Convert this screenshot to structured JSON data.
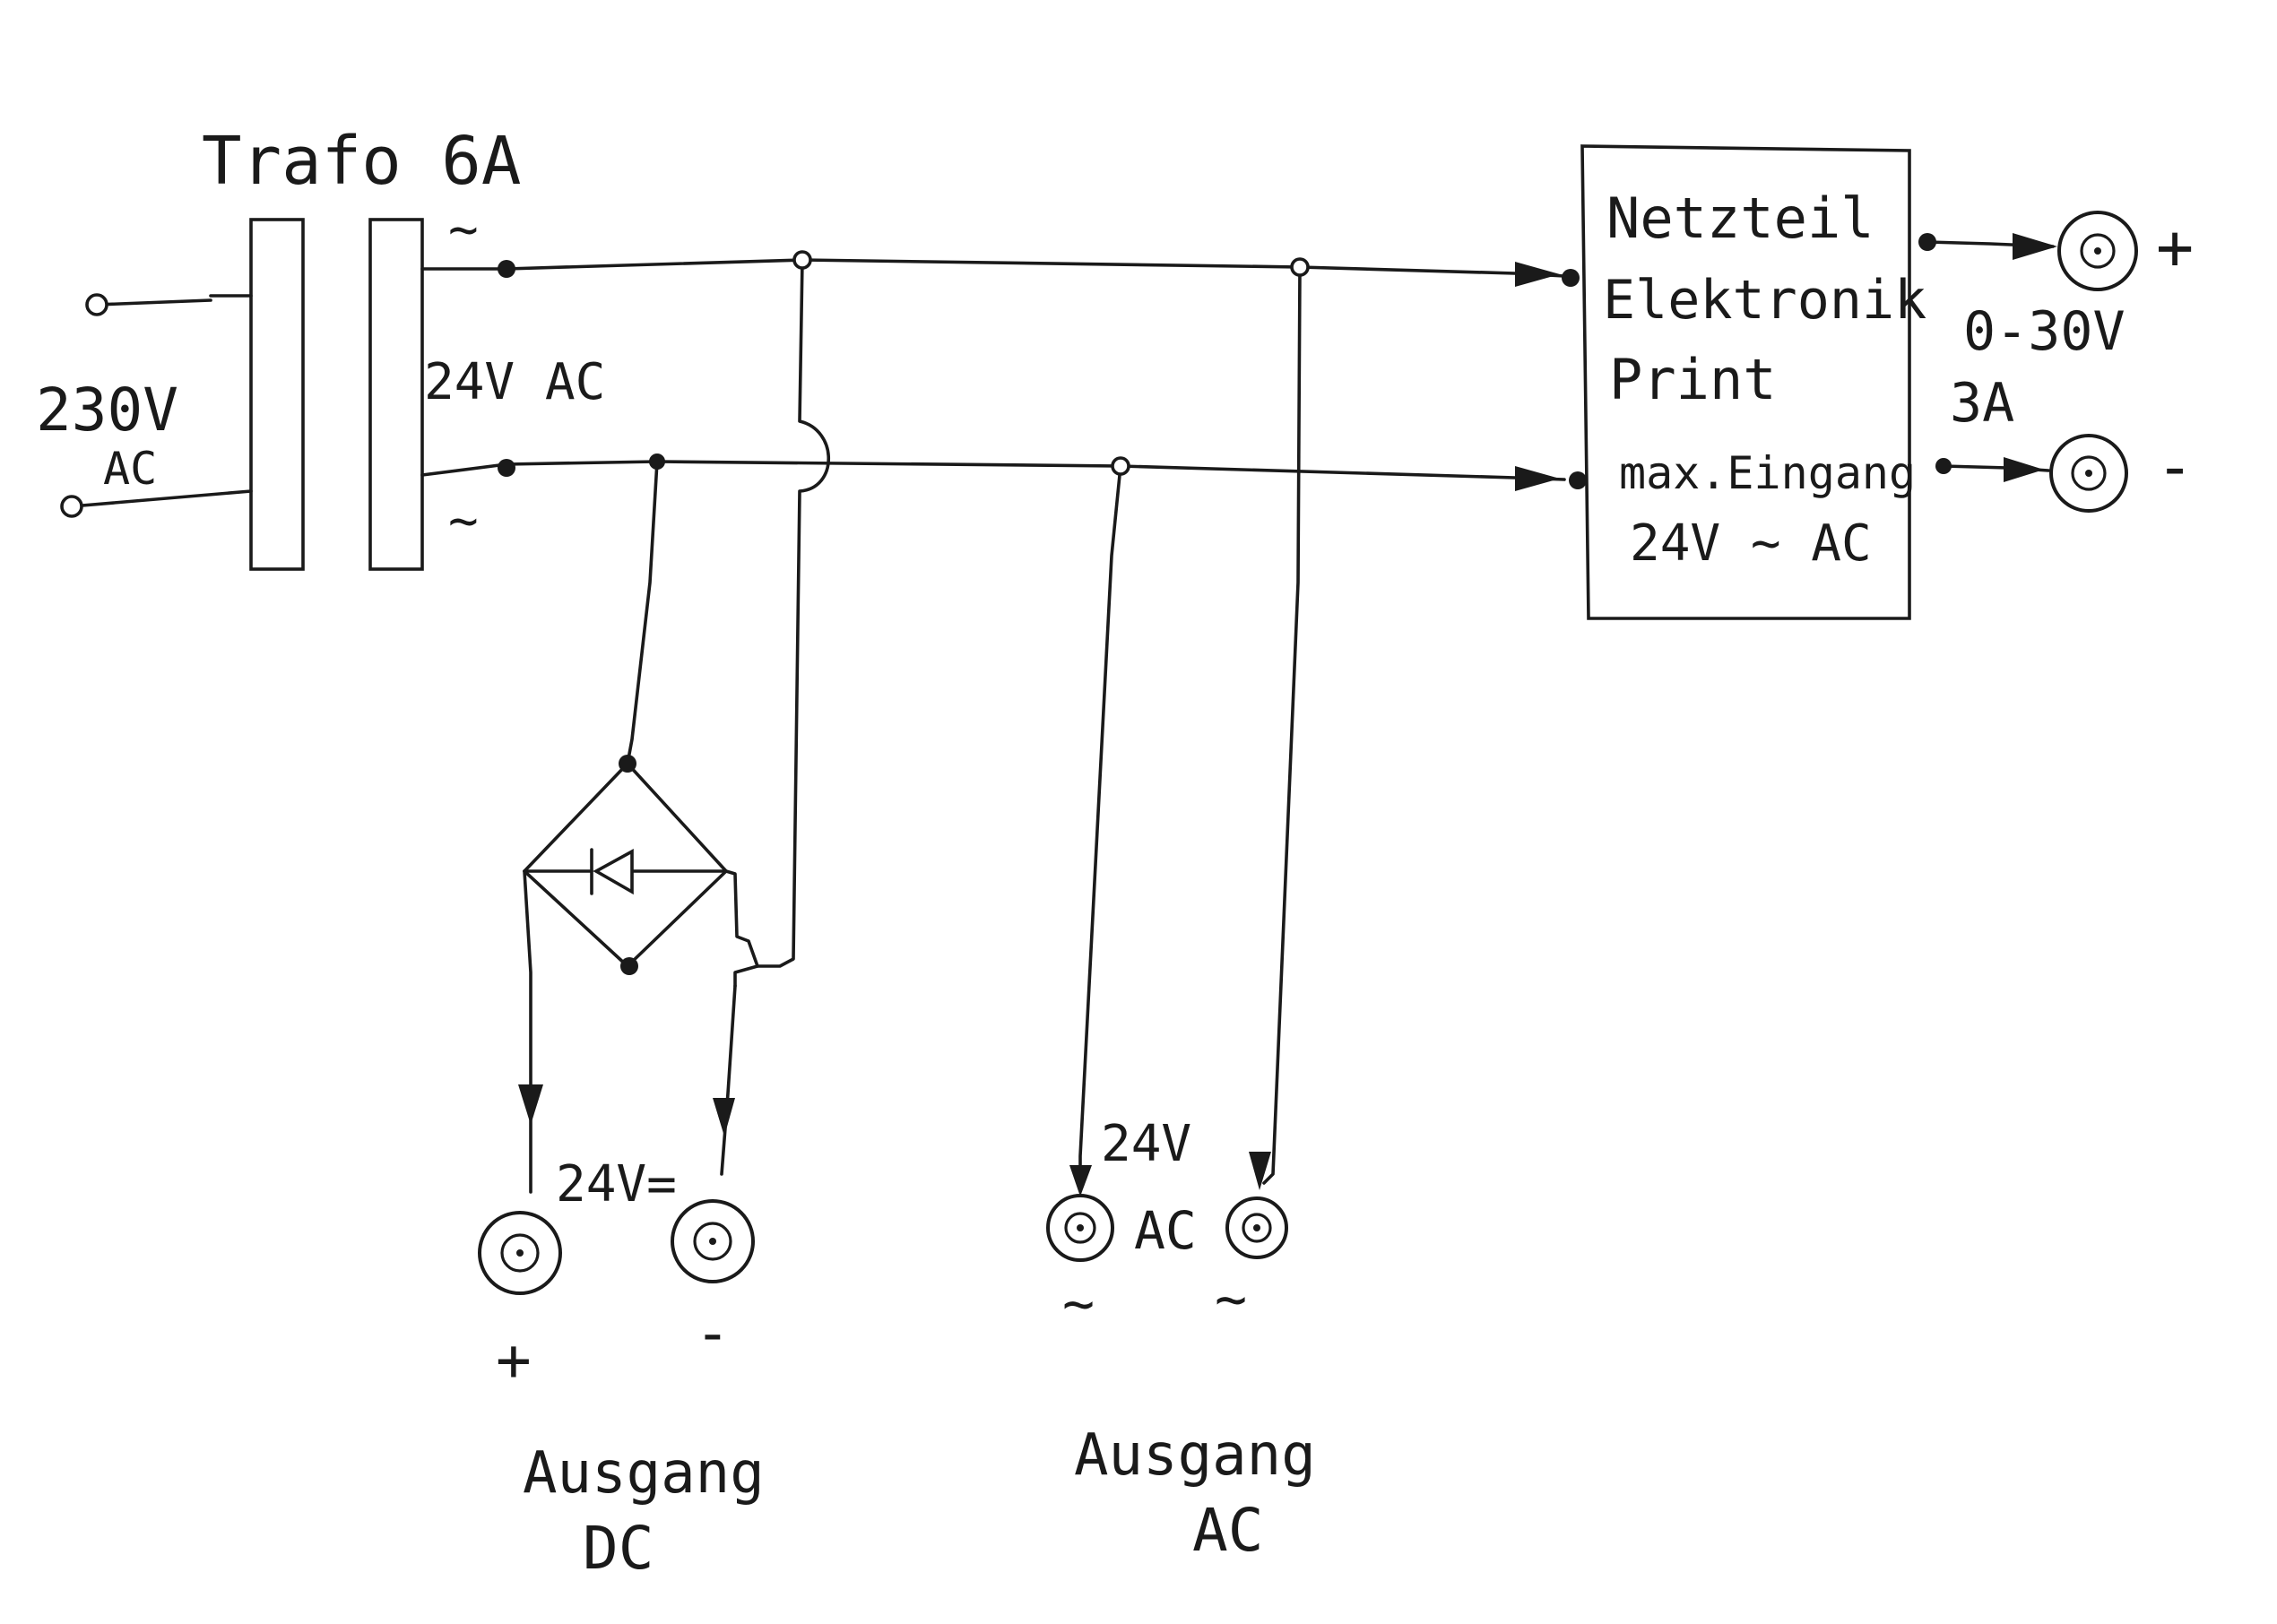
{
  "transformer": {
    "title": "Trafo 6A",
    "primary_voltage": "230V",
    "primary_type": "AC",
    "secondary_label": "24V AC",
    "tilde_top": "~",
    "tilde_bottom": "~"
  },
  "module": {
    "line1": "Netzteil",
    "line2": "Elektronik",
    "line3": "Print",
    "line4": "max.Eingang",
    "line5": "24V ~ AC"
  },
  "module_output": {
    "range": "0-30V",
    "current": "3A",
    "plus": "+",
    "minus": "-"
  },
  "dc_output": {
    "voltage": "24V=",
    "plus": "+",
    "minus": "-",
    "title_line1": "Ausgang",
    "title_line2": "DC"
  },
  "ac_output": {
    "voltage": "24V",
    "type": "AC",
    "tilde_left": "~",
    "tilde_right": "~",
    "title_line1": "Ausgang",
    "title_line2": "AC"
  }
}
